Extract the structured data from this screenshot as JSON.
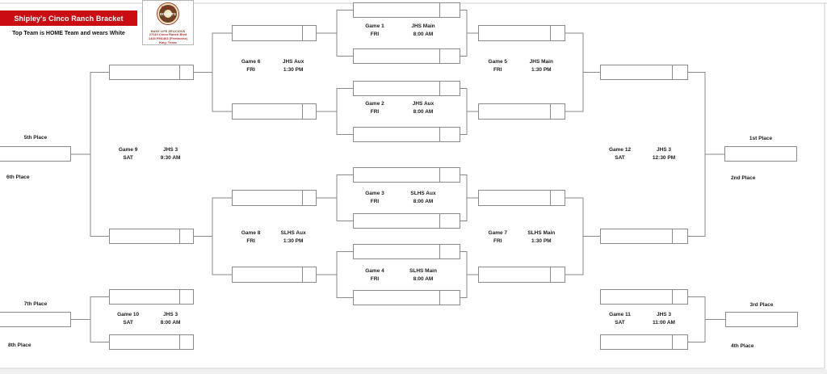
{
  "header": {
    "title": "Shipley's Cinco Ranch Bracket",
    "subtitle": "Top Team is HOME Team and wears White"
  },
  "logo": {
    "brand_script": "Shipley's",
    "brand_main": "DO-NUTS",
    "tagline": "MAKE LIFE DELICIOUS",
    "address1": "27110 Cinco Ranch Blvd",
    "address2": "1433 FM1463 (Firethorne)",
    "address3": "Katy, Texas"
  },
  "games": {
    "g1": {
      "name": "Game 1",
      "day": "FRI",
      "venue": "JHS Main",
      "time": "8:00 AM"
    },
    "g2": {
      "name": "Game 2",
      "day": "FRI",
      "venue": "JHS Aux",
      "time": "8:00 AM"
    },
    "g3": {
      "name": "Game 3",
      "day": "FRI",
      "venue": "SLHS Aux",
      "time": "8:00 AM"
    },
    "g4": {
      "name": "Game 4",
      "day": "FRI",
      "venue": "SLHS Main",
      "time": "8:00 AM"
    },
    "g5": {
      "name": "Game 5",
      "day": "FRI",
      "venue": "JHS Main",
      "time": "1:30 PM"
    },
    "g6": {
      "name": "Game 6",
      "day": "FRI",
      "venue": "JHS Aux",
      "time": "1:30 PM"
    },
    "g7": {
      "name": "Game 7",
      "day": "FRI",
      "venue": "SLHS Main",
      "time": "1:30 PM"
    },
    "g8": {
      "name": "Game 8",
      "day": "FRI",
      "venue": "SLHS Aux",
      "time": "1:30 PM"
    },
    "g9": {
      "name": "Game 9",
      "day": "SAT",
      "venue": "JHS 3",
      "time": "9:30 AM"
    },
    "g10": {
      "name": "Game 10",
      "day": "SAT",
      "venue": "JHS 3",
      "time": "8:00 AM"
    },
    "g11": {
      "name": "Game 11",
      "day": "SAT",
      "venue": "JHS 3",
      "time": "11:00 AM"
    },
    "g12": {
      "name": "Game 12",
      "day": "SAT",
      "venue": "JHS 3",
      "time": "12:30 PM"
    }
  },
  "places": {
    "p1": "1st Place",
    "p2": "2nd Place",
    "p3": "3rd Place",
    "p4": "4th Place",
    "p5": "5th Place",
    "p6": "6th Place",
    "p7": "7th Place",
    "p8": "8th Place"
  },
  "colors": {
    "banner_red": "#c90d12",
    "line_gray": "#8a8a8a",
    "page_edge_gray": "#cfcfcf"
  }
}
